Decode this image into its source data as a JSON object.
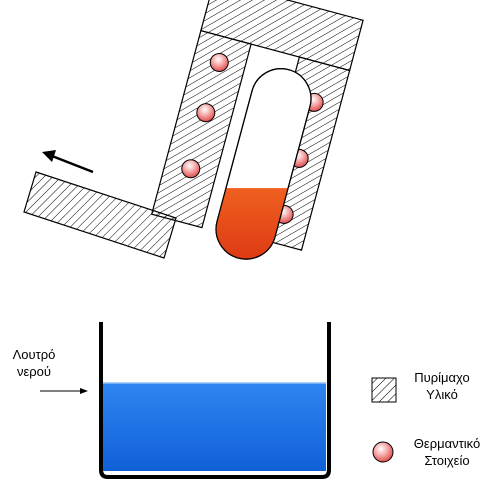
{
  "bath_label": {
    "line1": "Λουτρό",
    "line2": "νερού"
  },
  "legend": {
    "refractory": {
      "line1": "Πυρίμαχο",
      "line2": "Υλικό"
    },
    "heater": {
      "line1": "Θερμαντικό",
      "line2": "Στοιχείο"
    }
  },
  "colors": {
    "melt": "#e8410f",
    "water": "#1a6fe8",
    "hatch": "#000000",
    "heater_fill": "#f07a7a"
  }
}
